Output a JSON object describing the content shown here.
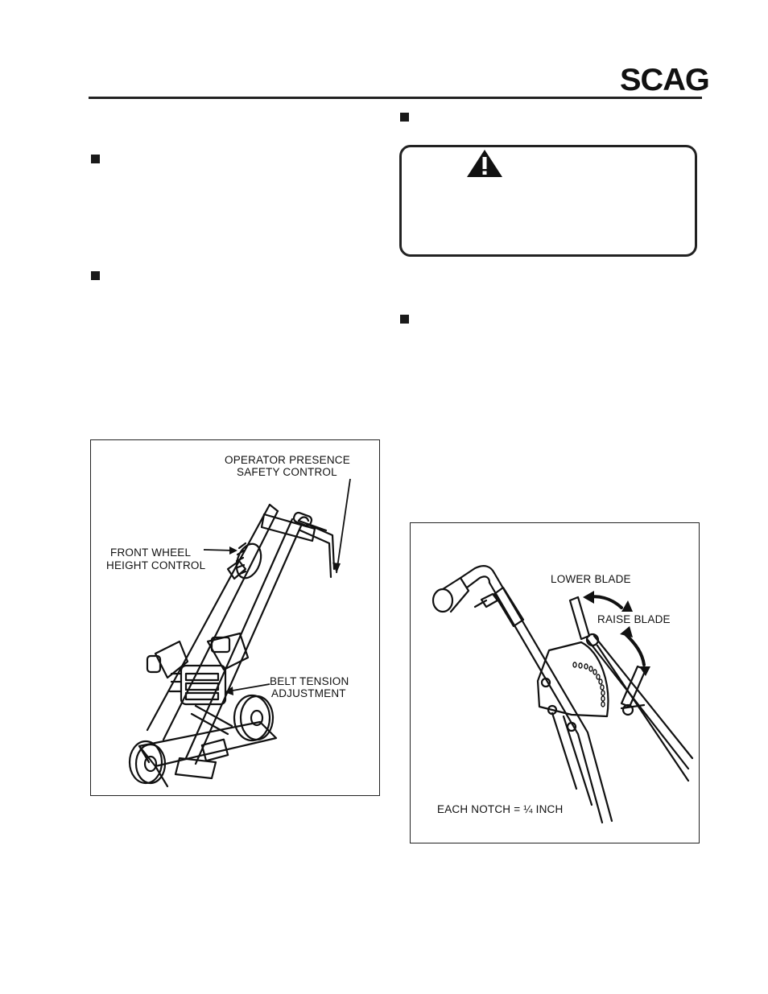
{
  "header": {
    "logo_text": "SCAG"
  },
  "figure_left": {
    "labels": {
      "operator_presence_line1": "OPERATOR PRESENCE",
      "operator_presence_line2": "SAFETY CONTROL",
      "front_wheel_line1": "FRONT WHEEL",
      "front_wheel_line2": "HEIGHT CONTROL",
      "belt_tension_line1": "BELT TENSION",
      "belt_tension_line2": "ADJUSTMENT"
    }
  },
  "figure_right": {
    "labels": {
      "lower_blade": "LOWER BLADE",
      "raise_blade": "RAISE BLADE",
      "notch_note": "EACH NOTCH = ¼ INCH"
    }
  },
  "icons": {
    "warning": "warning-triangle-icon",
    "bullet": "square-bullet-icon"
  }
}
